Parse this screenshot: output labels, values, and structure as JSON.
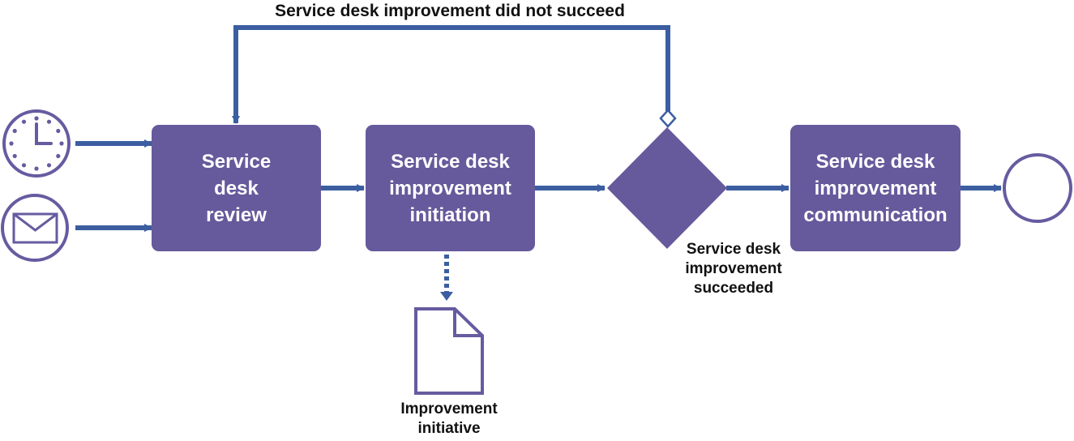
{
  "diagram": {
    "loop_label": "Service desk improvement did not succeed",
    "tasks": {
      "review": "Service\ndesk\nreview",
      "initiation": "Service desk\nimprovement\ninitiation",
      "communication": "Service desk\nimprovement\ncommunication"
    },
    "gateway_label": "Service desk\nimprovement\nsucceeded",
    "artifact_label": "Improvement\ninitiative",
    "icons": {
      "timer_start": "clock-icon",
      "message_start": "envelope-icon",
      "end_event": "end-circle-icon",
      "document": "document-icon",
      "gateway": "diamond-gateway"
    },
    "colors": {
      "task_fill": "#665a9c",
      "arrow": "#3c5ea0",
      "event_stroke": "#675ba0"
    }
  }
}
